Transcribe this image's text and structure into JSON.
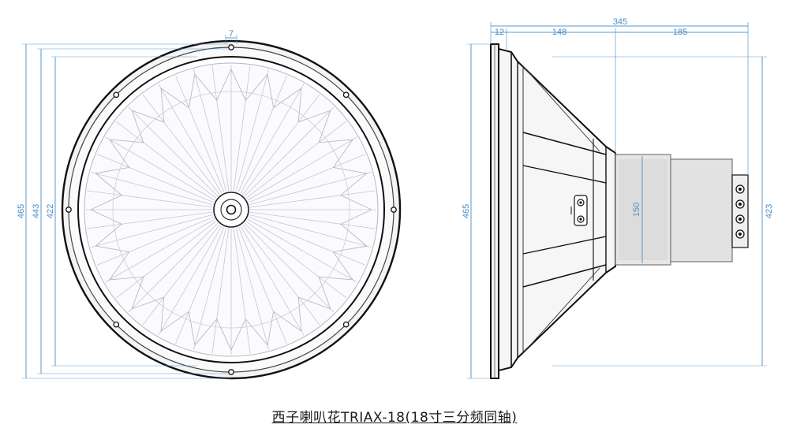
{
  "front_view": {
    "dimensions": {
      "mount_hole_offset": "7",
      "outer_diameter": "465",
      "bolt_circle": "443",
      "cutout_diameter": "422"
    }
  },
  "side_view": {
    "dimensions": {
      "total_depth": "345",
      "flange_thickness": "12",
      "basket_depth": "148",
      "motor_depth": "185",
      "outer_diameter": "465",
      "magnet_diameter": "150",
      "height_right": "423"
    }
  },
  "caption": "西子喇叭花TRIAX-18(18寸三分频同轴)",
  "colors": {
    "dimension": "#4a8ec6",
    "outline": "#111111",
    "cone_lines": "#c9c2d6",
    "magnet_fill": "#e6e6e6"
  }
}
